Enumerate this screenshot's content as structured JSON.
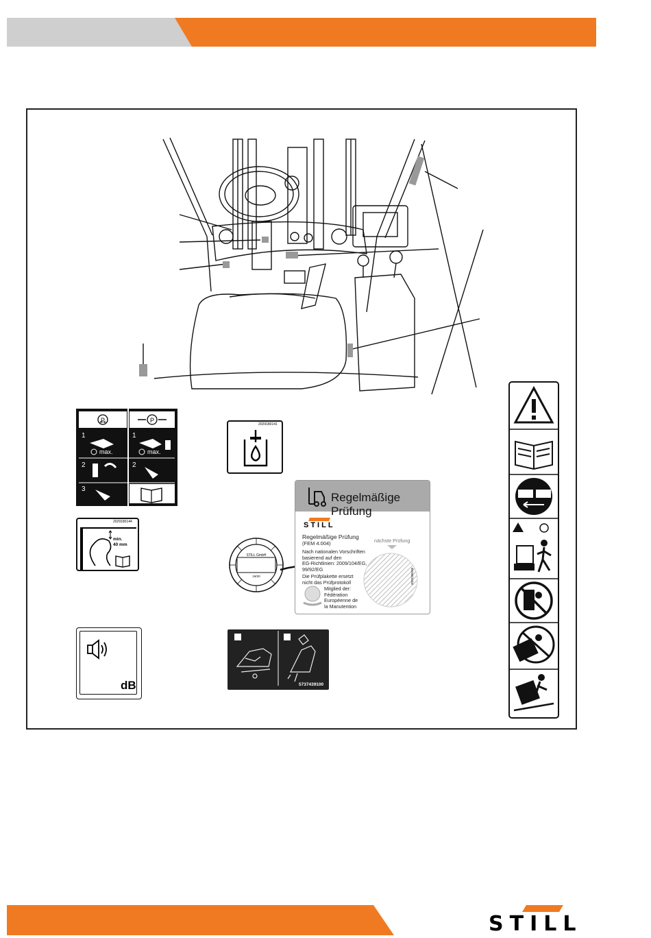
{
  "colors": {
    "accent_orange": "#f07a22",
    "header_grey": "#cfcfcf",
    "label_grey": "#aaaaaa"
  },
  "footer": {
    "logo_text": "STILL"
  },
  "figure": {
    "parking_brake_label": {
      "step_1": "1",
      "step_2": "2",
      "step_3": "3",
      "max_left": "max.",
      "max_right": "max."
    },
    "fluid_label": {
      "code": "2029180141"
    },
    "headroom_label": {
      "code": "2029180144",
      "min": "min.",
      "measure": "40 mm"
    },
    "inspection_badge": {
      "title": "Regelmäßige Prüfung",
      "brand": "STILL",
      "heading": "Regelmäßige Prüfung",
      "standard": "(FEM 4.004)",
      "text_line_1": "Nach nationalen Vorschriften",
      "text_line_2": "basierend auf den",
      "text_line_3": "EG-Richtlinien: 2009/104/EG,",
      "text_line_4": "99/92/EG",
      "note_line_1": "Die Prüfplakette ersetzt",
      "note_line_2": "nicht das Prüfprotokoll",
      "next_check": "nächste Prüfung",
      "member_line_1": "Mitglied der:",
      "member_line_2": "Fédération",
      "member_line_3": "Européenne de",
      "member_line_4": "la Manutention",
      "side_code": "2029180238"
    },
    "inspection_disc": {
      "center": "STILL GmbH",
      "bottom": "19/20"
    },
    "sound_label": {
      "unit": "dB"
    },
    "seat_label": {
      "code": "5737439100"
    }
  }
}
